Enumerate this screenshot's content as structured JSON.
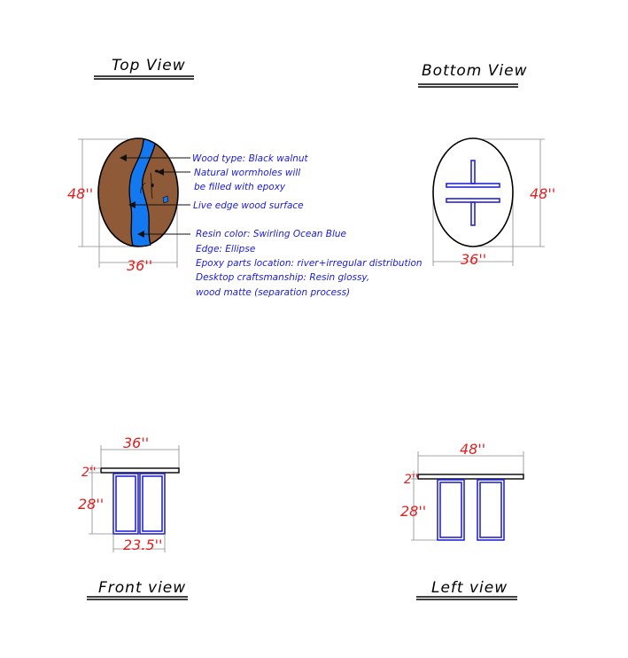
{
  "views": {
    "top": "Top View",
    "bottom": "Bottom View",
    "front": "Front view",
    "left": "Left view"
  },
  "dimensions": {
    "top_height": "48''",
    "top_width": "36''",
    "bottom_height": "48''",
    "bottom_width": "36''",
    "front_width": "36''",
    "front_thickness": "2''",
    "front_leg_height": "28''",
    "front_base_width": "23.5''",
    "left_width": "48''",
    "left_thickness": "2''",
    "left_leg_height": "28''"
  },
  "notes": {
    "wood_type": "Wood type: Black walnut",
    "wormholes_1": "Natural wormholes will",
    "wormholes_2": "be filled with epoxy",
    "live_edge": "Live edge wood surface",
    "resin_color": "Resin color: Swirling Ocean Blue",
    "edge": "Edge: Ellipse",
    "epoxy_location": "Epoxy parts location: river+irregular distribution",
    "craftsmanship_1": "Desktop craftsmanship: Resin glossy,",
    "craftsmanship_2": "wood matte (separation process)"
  },
  "colors": {
    "wood": "#8e5a37",
    "resin": "#1478f0",
    "dimension": "#e02020",
    "note": "#1a1adc",
    "frame": "#2626d9"
  }
}
